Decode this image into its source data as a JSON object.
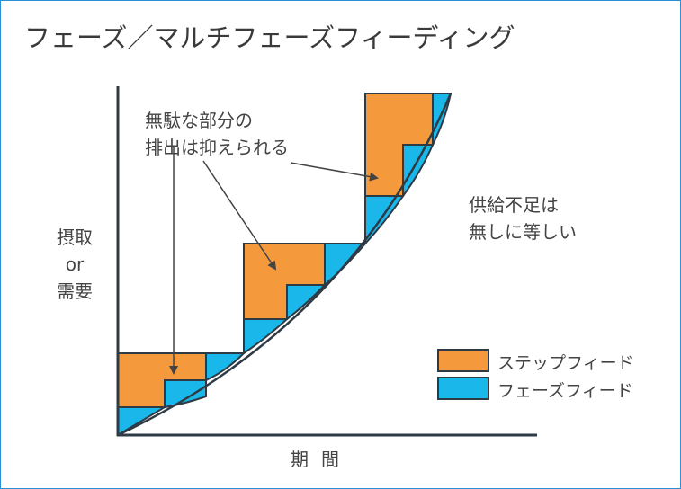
{
  "title": "フェーズ／マルチフェーズフィーディング",
  "annotation_waste": {
    "line1": "無駄な部分の",
    "line2": "排出は抑えられる"
  },
  "annotation_supply": {
    "line1": "供給不足は",
    "line2": "無しに等しい"
  },
  "y_axis_label": {
    "line1": "摂取",
    "line2": "or",
    "line3": "需要"
  },
  "x_axis_label": "期間",
  "legend": [
    {
      "label": "ステップフィード",
      "color": "#f59a3c"
    },
    {
      "label": "フェーズフィード",
      "color": "#1ab7ea"
    }
  ],
  "colors": {
    "stroke": "#2f3b44",
    "arrow": "#444444",
    "frame": "#2a8fd6"
  }
}
